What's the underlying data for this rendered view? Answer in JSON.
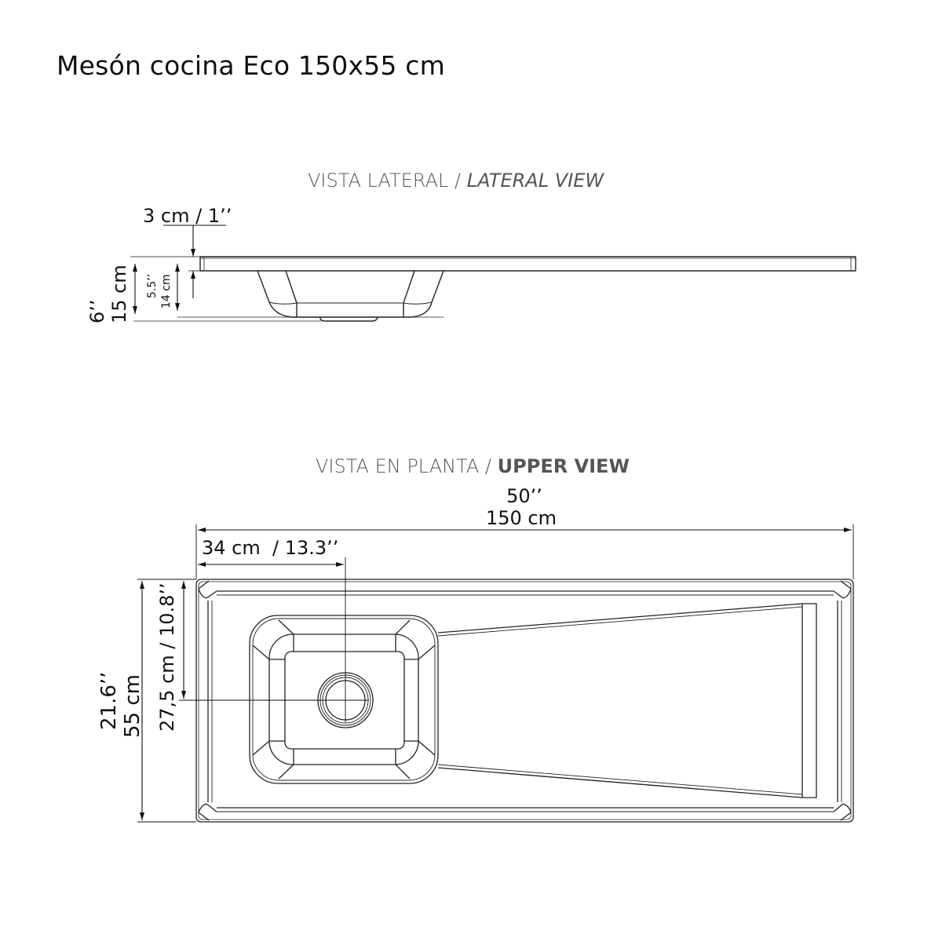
{
  "title": "Mesón cocina Eco 150x55 cm",
  "lateral_view": {
    "title_es": "VISTA LATERAL /",
    "title_en": "LATERAL VIEW",
    "dimensions": {
      "top_thickness": "3 cm / 1’’",
      "total_height_in": "6’’",
      "total_height_cm": "15 cm",
      "bowl_depth_in": "5.5’’",
      "bowl_depth_cm": "14 cm"
    }
  },
  "upper_view": {
    "title_es": "VISTA EN PLANTA /",
    "title_en": "UPPER VIEW",
    "dimensions": {
      "length_in": "50’’",
      "length_cm": "150 cm",
      "drain_offset_x": "34 cm  / 13.3’’",
      "width_in": "21.6’’",
      "width_cm": "55 cm",
      "drain_offset_y": "27,5 cm / 10.8’’"
    }
  },
  "colors": {
    "line": "#222222",
    "title_text": "#111111",
    "view_title_text": "#555555"
  }
}
